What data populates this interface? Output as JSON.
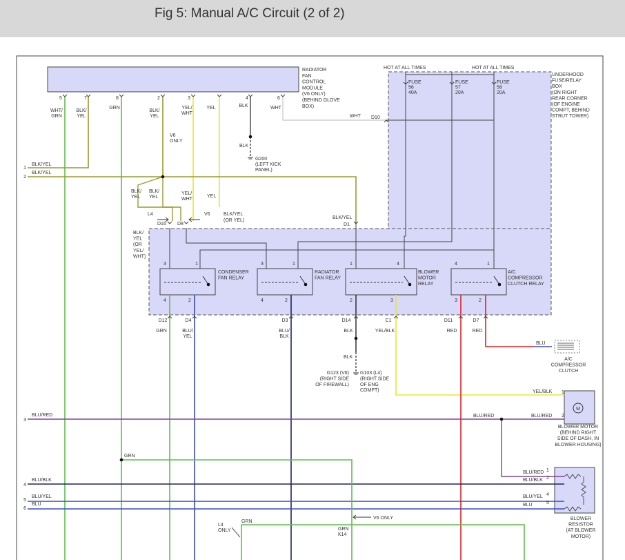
{
  "page": {
    "title": "Fig 5: Manual A/C Circuit (2 of 2)"
  },
  "colors": {
    "header_bg": "#d8d8d8",
    "box_fill": "#d8d8f8",
    "wire_grn": "#5cbf4a",
    "wire_yel": "#e8e830",
    "wire_blk_yel": "#9a9a30",
    "wire_blu": "#3a48c8",
    "wire_blu_red": "#8040a0",
    "wire_blu_blk": "#202060",
    "wire_red": "#e02020",
    "wire_wht": "#c8c8c8",
    "wire_blk": "#222222"
  },
  "labels": {
    "rad_module": [
      "RADIATOR",
      "FAN",
      "CONTROL",
      "MODULE",
      "(V6 ONLY)",
      "(BEHIND GLOVE",
      "BOX)"
    ],
    "pins_top": [
      "5",
      "7",
      "8",
      "2",
      "3",
      "4",
      "6"
    ],
    "wire_top": [
      [
        "WHT/",
        "GRN"
      ],
      [
        "BLK/",
        "YEL"
      ],
      [
        "GRN"
      ],
      [
        "BLK/",
        "YEL"
      ],
      [
        "YEL/",
        "WHT"
      ],
      [
        "YEL"
      ],
      [
        "BLK"
      ],
      [
        "WHT"
      ]
    ],
    "hot1": "HOT AT ALL TIMES",
    "hot2": "HOT AT ALL TIMES",
    "underhood": [
      "UNDERHOOD",
      "FUSE/RELAY",
      "BOX",
      "(ON RIGHT",
      "REAR CORNER",
      "(OF ENGINE",
      "COMPT, BEHIND",
      "STRUT TOWER)"
    ],
    "fuses": [
      [
        "FUSE",
        "56",
        "40A"
      ],
      [
        "FUSE",
        "57",
        "20A"
      ],
      [
        "FUSE",
        "58",
        "20A"
      ]
    ],
    "wht_d10": [
      "WHT",
      "D10"
    ],
    "g200": [
      "BLK",
      "G200",
      "(LEFT KICK",
      "PANEL)"
    ],
    "left_pins": [
      "1",
      "2",
      "3",
      "4",
      "5",
      "6"
    ],
    "left_wires": [
      "BLK/YEL",
      "BLK/YEL",
      "BLU/RED",
      "BLU/BLK",
      "BLU/YEL",
      "BLU"
    ],
    "v6_only": [
      "V6",
      "ONLY"
    ],
    "mid_wires": [
      [
        "BLK/",
        "YEL"
      ],
      [
        "BLK/",
        "YEL"
      ],
      [
        "YEL/",
        "WHT"
      ],
      [
        "YEL"
      ]
    ],
    "l4": "L4",
    "v6": "V6",
    "blk_yel_or": [
      "BLK/YEL",
      "(OR YEL)"
    ],
    "conn_d16": "D16",
    "conn_d8": "D8",
    "conn_d1": [
      "BLK/YEL",
      "D1"
    ],
    "left_note": [
      "BLK/",
      "YEL",
      "(OR",
      "YEL/",
      "WHT)"
    ],
    "relays": [
      [
        "CONDENSER",
        "FAN RELAY"
      ],
      [
        "RADIATOR",
        "FAN RELAY"
      ],
      [
        "BLOWER",
        "MOTOR",
        "RELAY"
      ],
      [
        "A/C",
        "COMPRESSOR",
        "CLUTCH RELAY"
      ]
    ],
    "relay_pins": [
      [
        "3",
        "1",
        "4",
        "2"
      ],
      [
        "3",
        "1",
        "4",
        "2"
      ],
      [
        "1",
        "4",
        "2",
        "3"
      ],
      [
        "4",
        "1",
        "3",
        "2"
      ]
    ],
    "bottom_conns": [
      "D12",
      "D4",
      "D3",
      "D14",
      "C1",
      "D11",
      "D7"
    ],
    "bottom_wires": [
      [
        "GRN"
      ],
      [
        "BLU/",
        "YEL"
      ],
      [
        "BLU/",
        "BLK"
      ],
      [
        "BLK"
      ],
      [
        "YEL/BLK"
      ],
      [
        "RED"
      ],
      [
        "RED"
      ]
    ],
    "ground_blk": "BLK",
    "g123": [
      "G123 (V6)",
      "(RIGHT SIDE",
      "OF FIREWALL)"
    ],
    "g103": [
      "G103 (L4)",
      "(RIGHT SIDE",
      "OF ENG",
      "COMPT)"
    ],
    "blu_clutch": "BLU",
    "ac_clutch": [
      "A/C",
      "COMPRESSOR",
      "CLUTCH"
    ],
    "yel_blk_right": "YEL/BLK",
    "blower_pins": [
      "1",
      "2"
    ],
    "blu_red_mid": "BLU/RED",
    "blu_red_right": "BLU/RED",
    "blower_motor": [
      "BLOWER MOTOR",
      "(BEHIND RIGHT",
      "SIDE OF DASH, IN",
      "BLOWER HOUSING)"
    ],
    "grn_mid": "GRN",
    "resistor_wires": [
      "BLU/RED",
      "BLU/BLK",
      "BLU/YEL",
      "BLU"
    ],
    "resistor_pins": [
      "1",
      "2",
      "4",
      "5"
    ],
    "blower_resistor": [
      "BLOWER",
      "RESISTOR",
      "(AT BLOWER",
      "MOTOR)"
    ],
    "v6_only_bottom": "V6 ONLY",
    "l4_only": [
      "L4",
      "ONLY"
    ],
    "grn_bottom": "GRN",
    "k14": [
      "GRN",
      "K14"
    ],
    "motor_symbol": "M"
  }
}
